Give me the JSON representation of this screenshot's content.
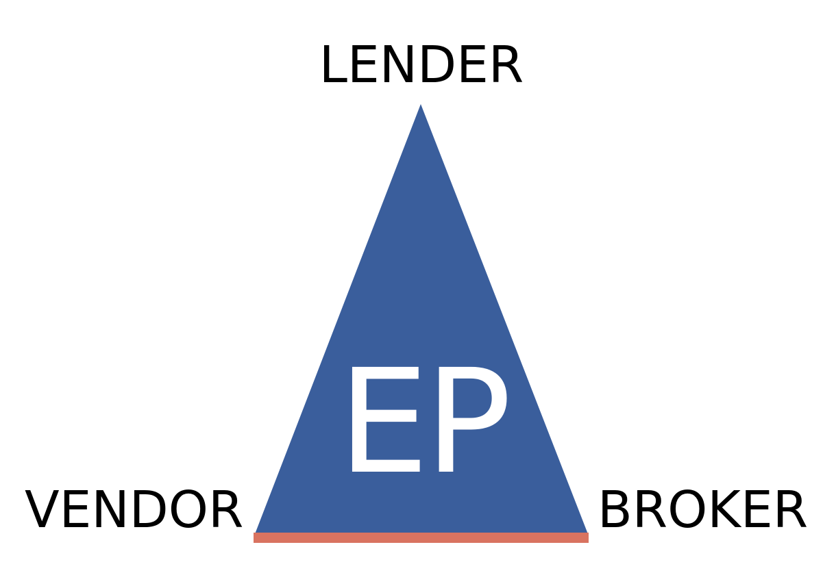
{
  "diagram": {
    "top_label": "LENDER",
    "left_label": "VENDOR",
    "right_label": "BROKER",
    "center_label": "EP",
    "colors": {
      "triangle_fill": "#3a5e9c",
      "base_line": "#d97360",
      "text": "#000000",
      "center_text": "#ffffff"
    }
  }
}
